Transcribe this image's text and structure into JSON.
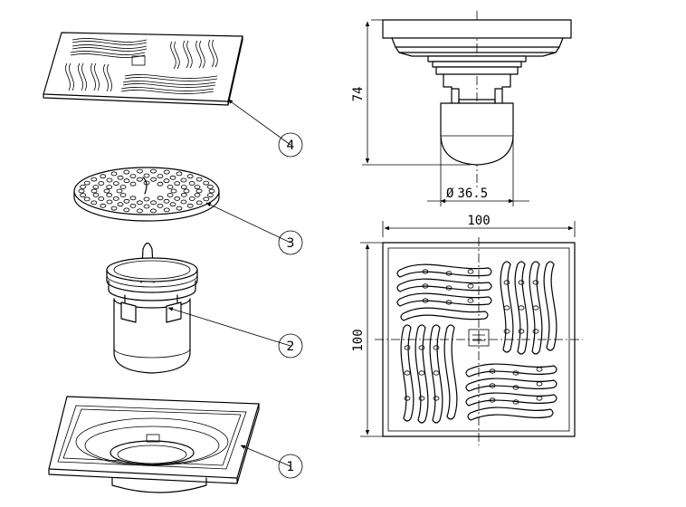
{
  "dimensions": {
    "height_label": "74",
    "diameter_label": "36.5",
    "diameter_symbol": "Ø",
    "width_label": "100",
    "side_label": "100"
  },
  "callouts": [
    {
      "number": "4"
    },
    {
      "number": "3"
    },
    {
      "number": "2"
    },
    {
      "number": "1"
    }
  ]
}
